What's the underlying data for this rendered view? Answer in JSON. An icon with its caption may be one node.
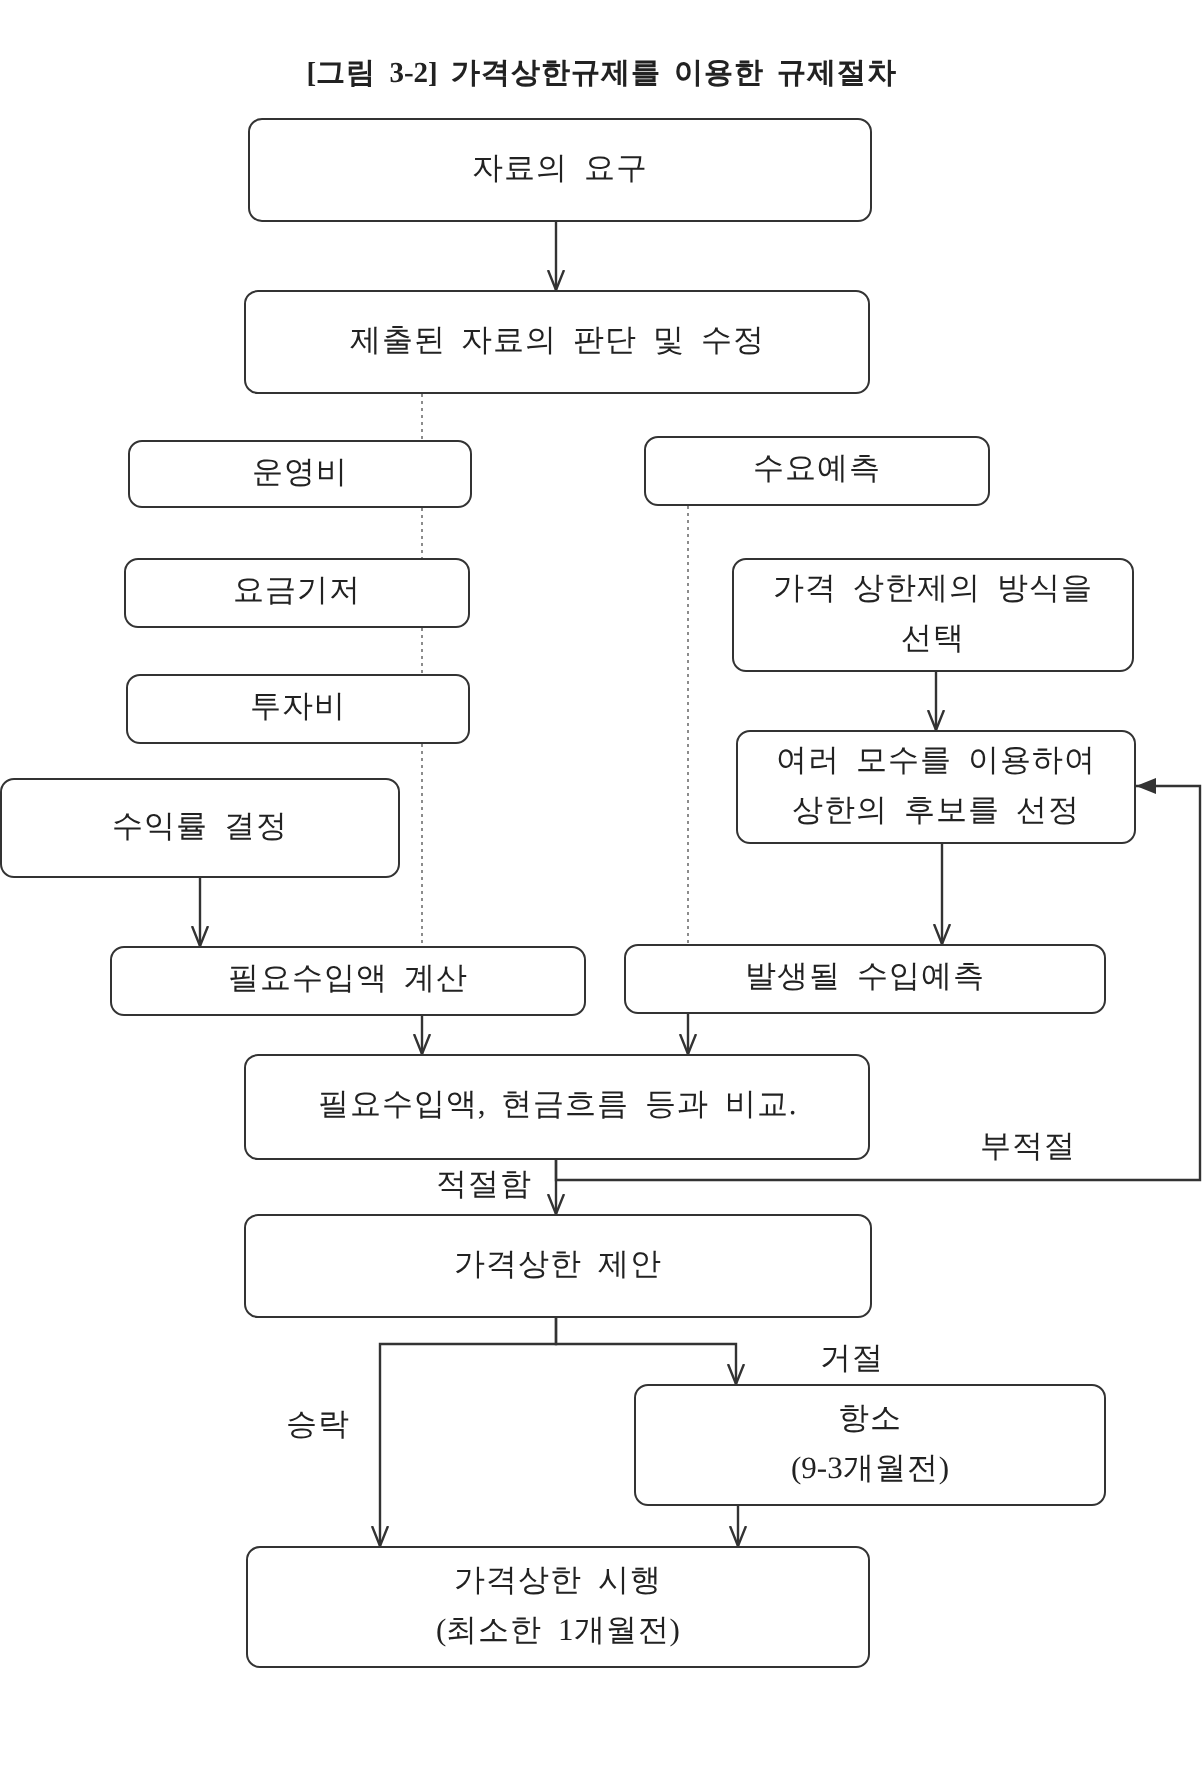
{
  "diagram": {
    "title": "[그림 3-2] 가격상한규제를 이용한 규제절차",
    "nodes": [
      {
        "text": [
          "자료의 요구"
        ]
      },
      {
        "text": [
          "제출된 자료의 판단 및 수정"
        ]
      },
      {
        "text": [
          "운영비"
        ]
      },
      {
        "text": [
          "수요예측"
        ]
      },
      {
        "text": [
          "요금기저"
        ]
      },
      {
        "text": [
          "가격 상한제의 방식을 선택"
        ]
      },
      {
        "text": [
          "투자비"
        ]
      },
      {
        "text": [
          "여러 모수를 이용하여 상한의 후보를 선정"
        ]
      },
      {
        "text": [
          "수익률 결정"
        ]
      },
      {
        "text": [
          "필요수입액 계산"
        ]
      },
      {
        "text": [
          "발생될 수입예측"
        ]
      },
      {
        "text": [
          "필요수입액, 현금흐름 등과 비교."
        ]
      },
      {
        "text": [
          "가격상한 제안"
        ]
      },
      {
        "text": [
          "항소",
          "(9-3개월전)"
        ]
      },
      {
        "text": [
          "가격상한 시행",
          "(최소한 1개월전)"
        ]
      }
    ],
    "edges": [
      {
        "from": 0,
        "to": 1,
        "arrow": "to"
      },
      {
        "from": 1,
        "to": 2,
        "arrow": "none",
        "style": "dashed",
        "color": "#8c8c8c"
      },
      {
        "from": 2,
        "to": 4,
        "arrow": "none",
        "style": "dashed",
        "color": "#8c8c8c"
      },
      {
        "from": 4,
        "to": 6,
        "arrow": "none",
        "style": "dashed",
        "color": "#8c8c8c"
      },
      {
        "from": 6,
        "to": 9,
        "arrow": "none",
        "style": "dashed",
        "color": "#8c8c8c"
      },
      {
        "from": 9,
        "to": 11,
        "arrow": "to"
      },
      {
        "from": 3,
        "to": 10,
        "arrow": "none",
        "style": "dashed",
        "color": "#8c8c8c"
      },
      {
        "from": 10,
        "to": 11,
        "arrow": "to"
      },
      {
        "from": 5,
        "to": 7,
        "arrow": "to"
      },
      {
        "from": 7,
        "to": 10,
        "arrow": "to"
      },
      {
        "from": 8,
        "to": 9,
        "arrow": "to"
      },
      {
        "from": 11,
        "to": 12,
        "arrow": "to",
        "label": "적절함"
      },
      {
        "from": 11,
        "to": 7,
        "arrow": "to",
        "label": "부적절"
      },
      {
        "from": 12,
        "to": 14,
        "arrow": "to",
        "label": "승락"
      },
      {
        "from": 12,
        "to": 13,
        "arrow": "to",
        "label": "거절"
      },
      {
        "from": 13,
        "to": 14,
        "arrow": "to"
      }
    ]
  }
}
